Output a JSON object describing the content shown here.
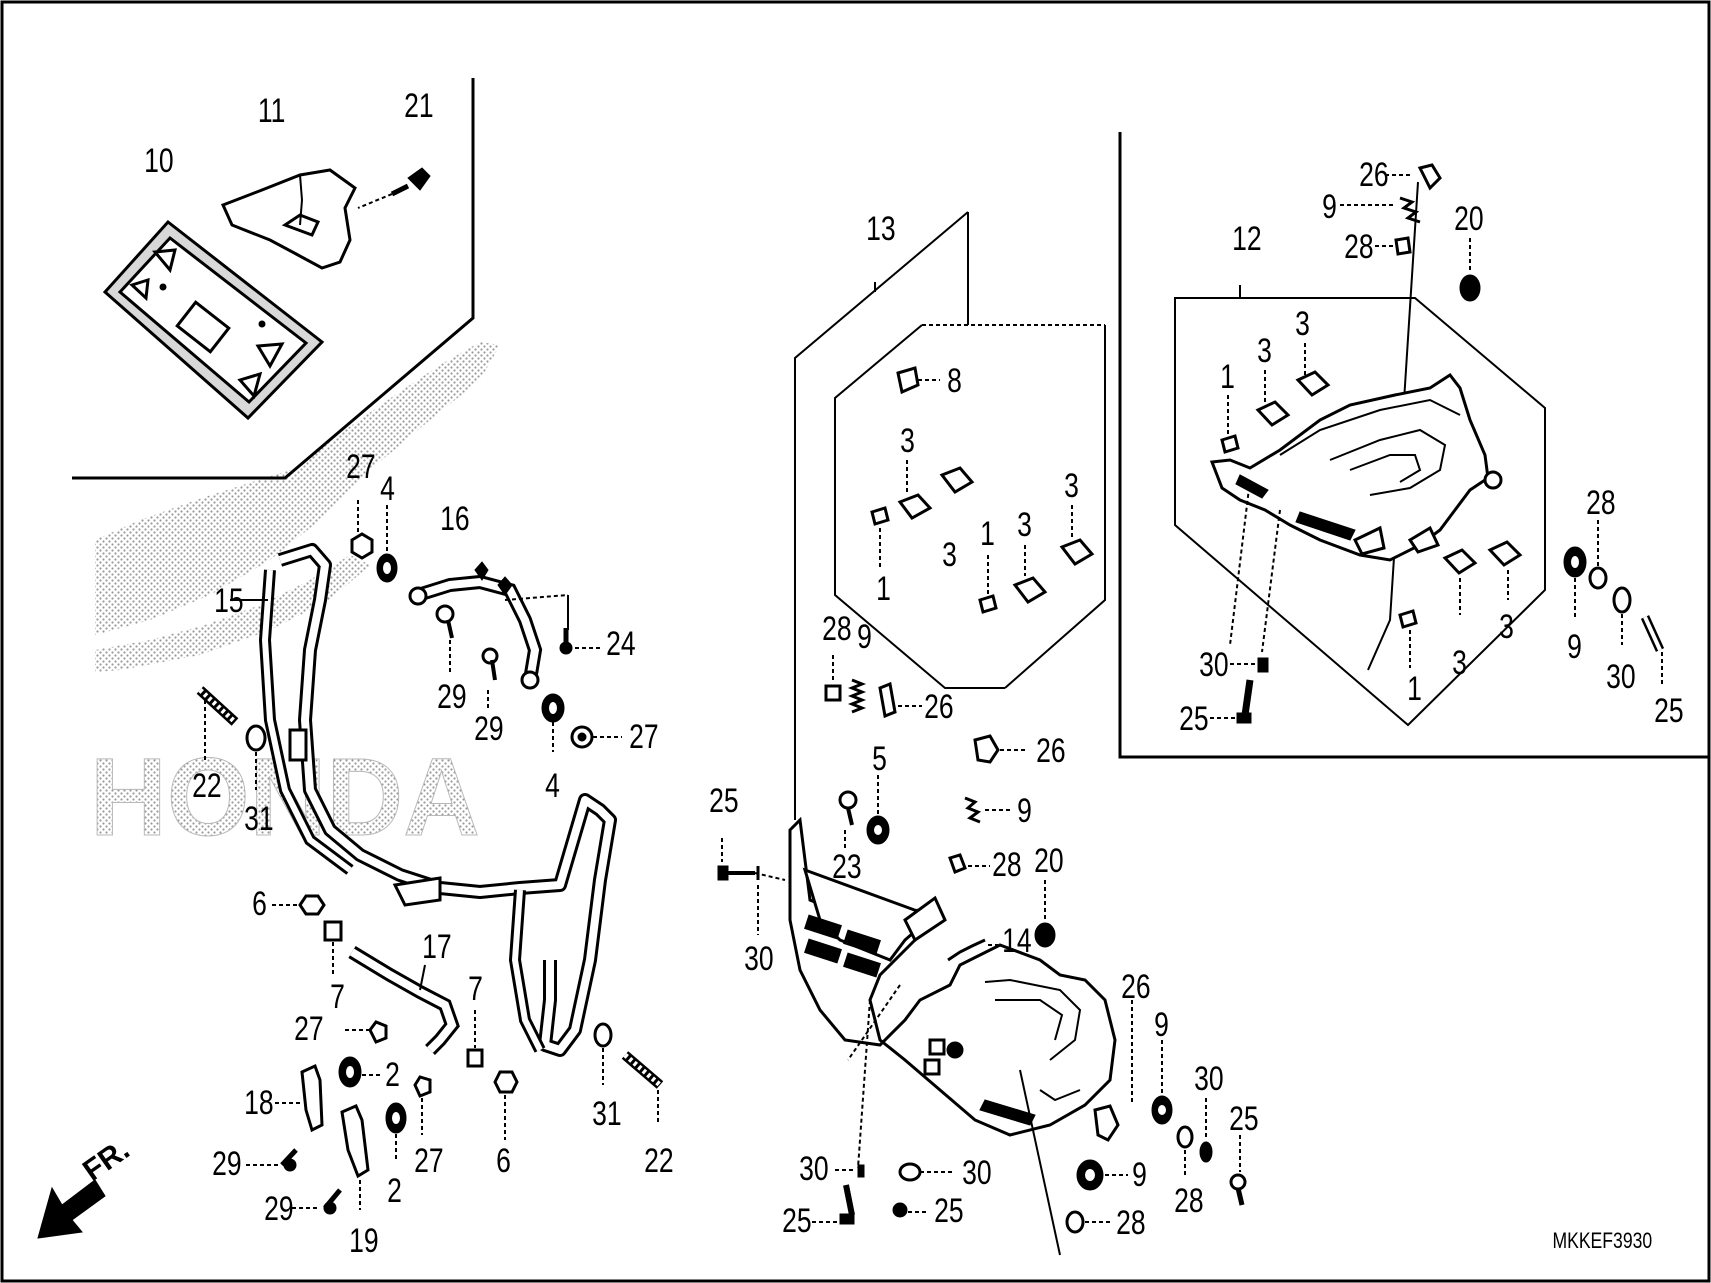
{
  "diagram": {
    "code": "MKKEF3930",
    "direction_label": "FR.",
    "brand_watermark": "HONDA",
    "callouts": [
      {
        "id": "10",
        "label": "10"
      },
      {
        "id": "11",
        "label": "11"
      },
      {
        "id": "21",
        "label": "21"
      },
      {
        "id": "27a",
        "label": "27"
      },
      {
        "id": "4a",
        "label": "4"
      },
      {
        "id": "16",
        "label": "16"
      },
      {
        "id": "15",
        "label": "15"
      },
      {
        "id": "24",
        "label": "24"
      },
      {
        "id": "29a",
        "label": "29"
      },
      {
        "id": "29b",
        "label": "29"
      },
      {
        "id": "27b",
        "label": "27"
      },
      {
        "id": "4b",
        "label": "4"
      },
      {
        "id": "22a",
        "label": "22"
      },
      {
        "id": "31a",
        "label": "31"
      },
      {
        "id": "6a",
        "label": "6"
      },
      {
        "id": "7a",
        "label": "7"
      },
      {
        "id": "17",
        "label": "17"
      },
      {
        "id": "7b",
        "label": "7"
      },
      {
        "id": "27c",
        "label": "27"
      },
      {
        "id": "2a",
        "label": "2"
      },
      {
        "id": "18",
        "label": "18"
      },
      {
        "id": "27d",
        "label": "27"
      },
      {
        "id": "6b",
        "label": "6"
      },
      {
        "id": "31b",
        "label": "31"
      },
      {
        "id": "22b",
        "label": "22"
      },
      {
        "id": "2b",
        "label": "2"
      },
      {
        "id": "29c",
        "label": "29"
      },
      {
        "id": "29d",
        "label": "29"
      },
      {
        "id": "19",
        "label": "19"
      },
      {
        "id": "13",
        "label": "13"
      },
      {
        "id": "8",
        "label": "8"
      },
      {
        "id": "3a",
        "label": "3"
      },
      {
        "id": "3b",
        "label": "3"
      },
      {
        "id": "3c",
        "label": "3"
      },
      {
        "id": "3d",
        "label": "3"
      },
      {
        "id": "1a",
        "label": "1"
      },
      {
        "id": "1b",
        "label": "1"
      },
      {
        "id": "28a",
        "label": "28"
      },
      {
        "id": "9a",
        "label": "9"
      },
      {
        "id": "26a",
        "label": "26"
      },
      {
        "id": "26b",
        "label": "26"
      },
      {
        "id": "5",
        "label": "5"
      },
      {
        "id": "9b",
        "label": "9"
      },
      {
        "id": "25a",
        "label": "25"
      },
      {
        "id": "23",
        "label": "23"
      },
      {
        "id": "28b",
        "label": "28"
      },
      {
        "id": "20a",
        "label": "20"
      },
      {
        "id": "30a",
        "label": "30"
      },
      {
        "id": "14",
        "label": "14"
      },
      {
        "id": "26c",
        "label": "26"
      },
      {
        "id": "9c",
        "label": "9"
      },
      {
        "id": "30b",
        "label": "30"
      },
      {
        "id": "25b",
        "label": "25"
      },
      {
        "id": "30c",
        "label": "30"
      },
      {
        "id": "30d",
        "label": "30"
      },
      {
        "id": "9d",
        "label": "9"
      },
      {
        "id": "25c",
        "label": "25"
      },
      {
        "id": "25d",
        "label": "25"
      },
      {
        "id": "28c",
        "label": "28"
      },
      {
        "id": "28d",
        "label": "28"
      },
      {
        "id": "26d",
        "label": "26"
      },
      {
        "id": "9e",
        "label": "9"
      },
      {
        "id": "28e",
        "label": "28"
      },
      {
        "id": "12",
        "label": "12"
      },
      {
        "id": "20b",
        "label": "20"
      },
      {
        "id": "1c",
        "label": "1"
      },
      {
        "id": "3e",
        "label": "3"
      },
      {
        "id": "3f",
        "label": "3"
      },
      {
        "id": "28f",
        "label": "28"
      },
      {
        "id": "9f",
        "label": "9"
      },
      {
        "id": "30e",
        "label": "30"
      },
      {
        "id": "25e",
        "label": "25"
      },
      {
        "id": "3g",
        "label": "3"
      },
      {
        "id": "3h",
        "label": "3"
      },
      {
        "id": "1d",
        "label": "1"
      },
      {
        "id": "30f",
        "label": "30"
      },
      {
        "id": "25f",
        "label": "25"
      }
    ]
  }
}
